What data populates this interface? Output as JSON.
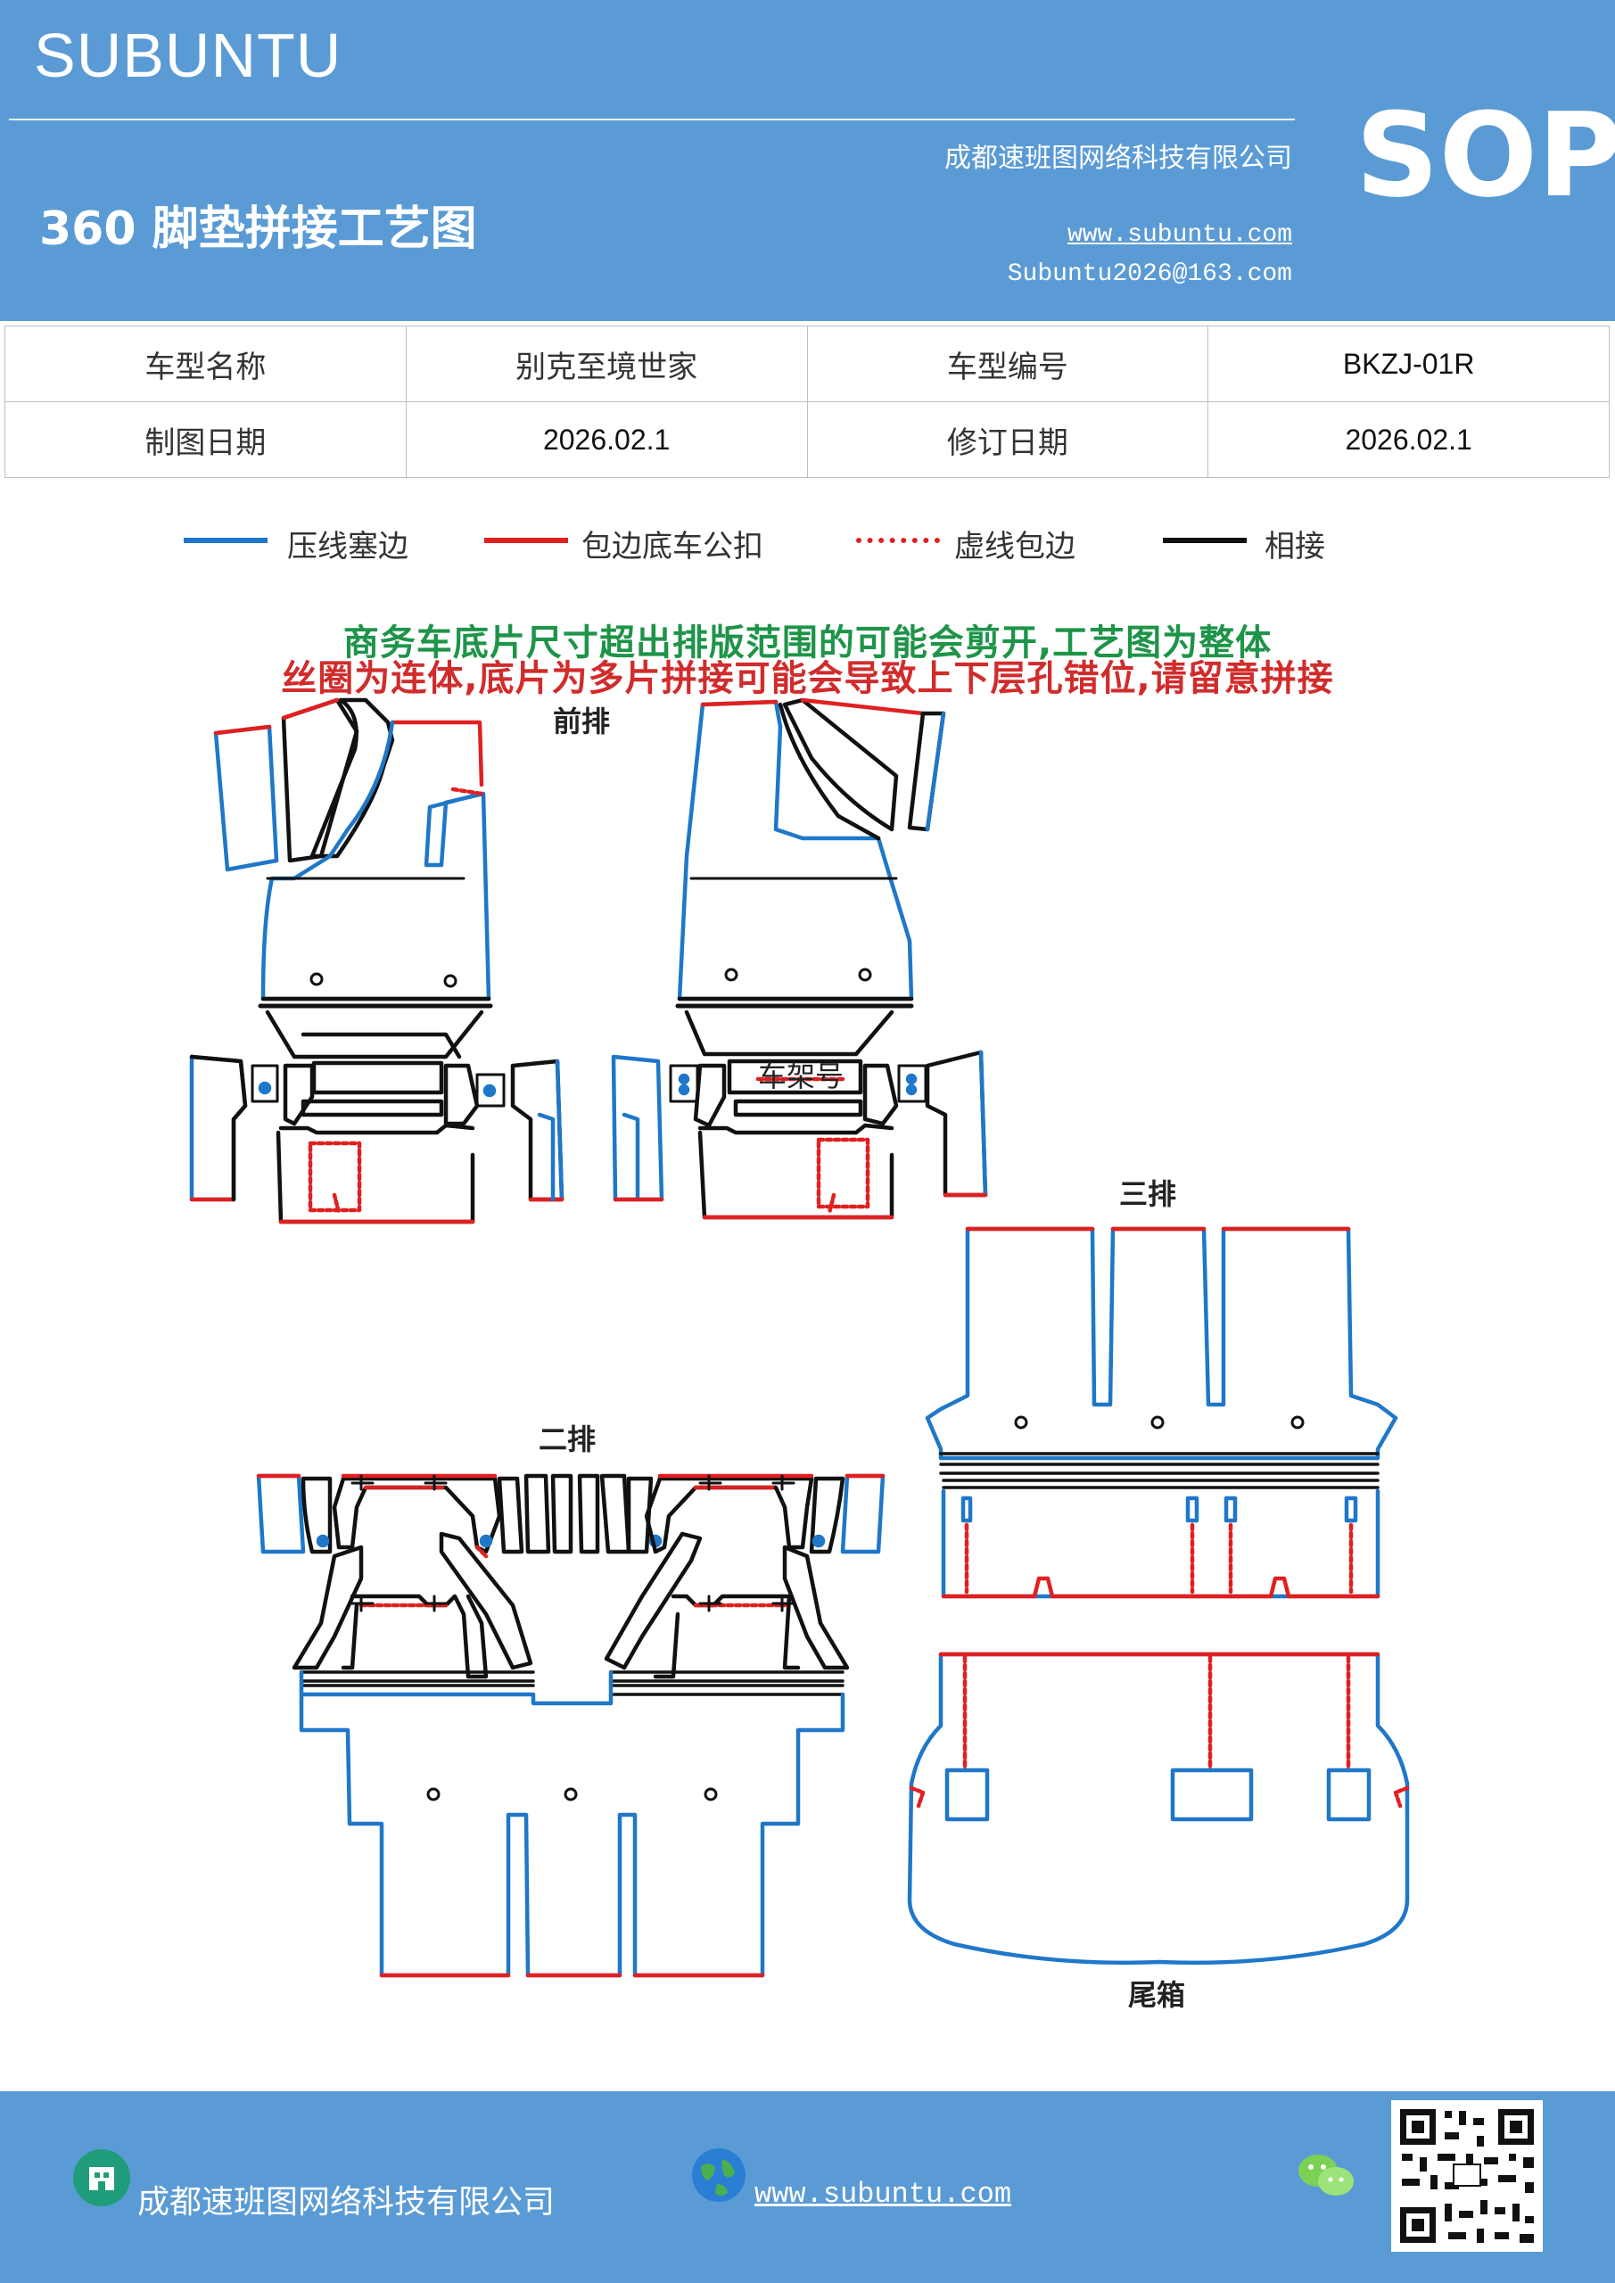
{
  "header": {
    "brand": "SUBUNTU",
    "company": "成都速班图网络科技有限公司",
    "title": "360 脚垫拼接工艺图",
    "website": "www.subuntu.com",
    "email": "Subuntu2026@163.com",
    "badge": "SOP",
    "background_color": "#5b9bd5"
  },
  "info_table": {
    "rows": [
      [
        "车型名称",
        "别克至境世家",
        "车型编号",
        "BKZJ-01R"
      ],
      [
        "制图日期",
        "2026.02.1",
        "修订日期",
        "2026.02.1"
      ]
    ]
  },
  "legend": {
    "items": [
      {
        "label": "压线塞边",
        "color": "#1f77c9",
        "style": "solid"
      },
      {
        "label": "包边底车公扣",
        "color": "#e02020",
        "style": "solid"
      },
      {
        "label": "虚线包边",
        "color": "#e02020",
        "style": "dotted"
      },
      {
        "label": "相接",
        "color": "#111111",
        "style": "solid"
      }
    ]
  },
  "notice": {
    "line1": "商务车底片尺寸超出排版范围的可能会剪开,工艺图为整体",
    "line2": "丝圈为连体,底片为多片拼接可能会导致上下层孔错位,请留意拼接"
  },
  "diagram": {
    "labels": {
      "front_row": "前排",
      "vin": "车架号",
      "third_row": "三排",
      "second_row": "二排",
      "trunk": "尾箱"
    }
  },
  "footer": {
    "company": "成都速班图网络科技有限公司",
    "website": "www.subuntu.com",
    "icons": [
      "company-icon",
      "globe-icon",
      "wechat-icon",
      "qr-code"
    ]
  }
}
